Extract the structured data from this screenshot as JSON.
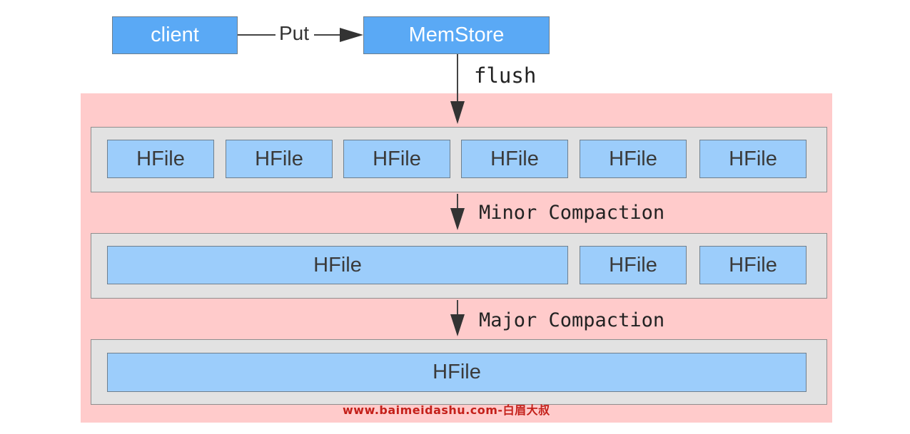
{
  "top": {
    "client_label": "client",
    "put_label": "Put",
    "memstore_label": "MemStore",
    "flush_label": "flush"
  },
  "tiers": [
    {
      "files": [
        "HFile",
        "HFile",
        "HFile",
        "HFile",
        "HFile",
        "HFile"
      ]
    },
    {
      "files": [
        "HFile",
        "HFile",
        "HFile"
      ]
    },
    {
      "files": [
        "HFile"
      ]
    }
  ],
  "steps": {
    "minor": "Minor Compaction",
    "major": "Major Compaction"
  },
  "watermark": "www.baimeidashu.com-白眉大叔",
  "colors": {
    "top_box": "#5aa9f5",
    "hfile": "#9ccdfb",
    "region": "#ffcbcb",
    "tier": "#e2e2e2",
    "watermark": "#c4201a"
  }
}
